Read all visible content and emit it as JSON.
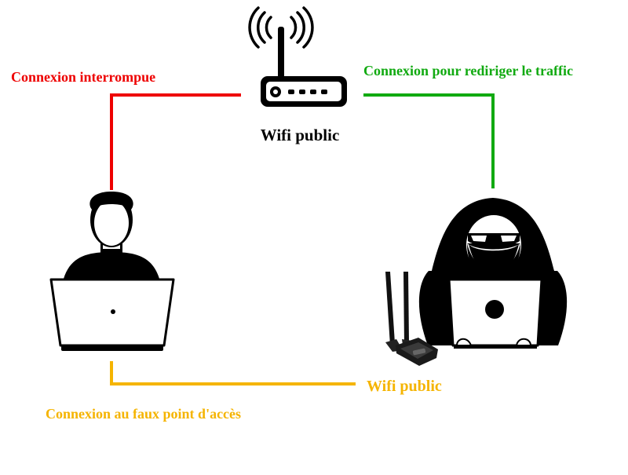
{
  "colors": {
    "interrupted": "#ee0000",
    "redirect": "#11aa11",
    "fake_ap": "#f5b400",
    "ink": "#000000",
    "paper": "#ffffff"
  },
  "labels": {
    "interrupted": "Connexion interrompue",
    "redirect": "Connexion pour rediriger le traffic",
    "router": "Wifi public",
    "fake_ap": "Wifi public",
    "fake_connection": "Connexion au faux point d'accès"
  },
  "icons": {
    "router": "wifi-router-icon",
    "victim": "user-laptop-icon",
    "attacker": "hacker-laptop-icon",
    "adapter": "wifi-adapter-icon"
  }
}
